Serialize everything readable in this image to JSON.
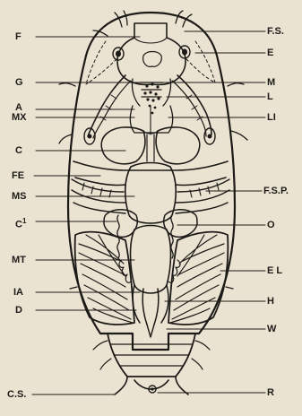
{
  "figure": {
    "left_labels": {
      "f": "F",
      "g": "G",
      "a": "A",
      "mx": "MX",
      "c": "C",
      "fe": "FE",
      "ms": "MS",
      "c1": "C",
      "c1_sup": "1",
      "mt": "MT",
      "ia": "IA",
      "d": "D",
      "cs": "C.S."
    },
    "right_labels": {
      "fs": "F.S.",
      "e": "E",
      "m": "M",
      "l": "L",
      "li": "LI",
      "fsp": "F.S.P.",
      "o": "O",
      "el": "E L",
      "h": "H",
      "w": "W",
      "r": "R"
    }
  }
}
